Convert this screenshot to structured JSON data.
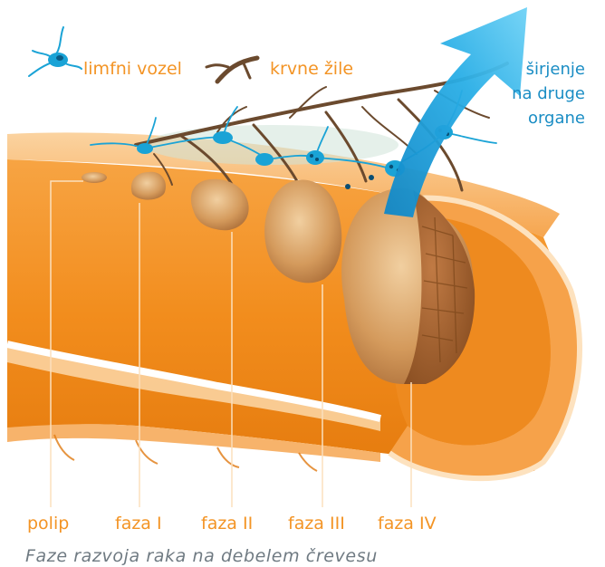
{
  "legend": {
    "lymph_node": "limfni vozel",
    "blood_vessels": "krvne žile"
  },
  "spread_label": [
    "širjenje",
    "na druge",
    "organe"
  ],
  "stages": [
    "polip",
    "faza I",
    "faza II",
    "faza III",
    "faza IV"
  ],
  "caption": "Faze razvoja raka na debelem črevesu",
  "colors": {
    "intestine": "#f4931f",
    "intestine_light": "#f9c07a",
    "tumor": "#c98a4e",
    "vessel": "#6b4a2e",
    "lymph": "#1aa3d6",
    "arrow": "#22a7df",
    "label_orange": "#f39425",
    "label_blue": "#1a8dc4",
    "caption": "#6f7a82"
  }
}
